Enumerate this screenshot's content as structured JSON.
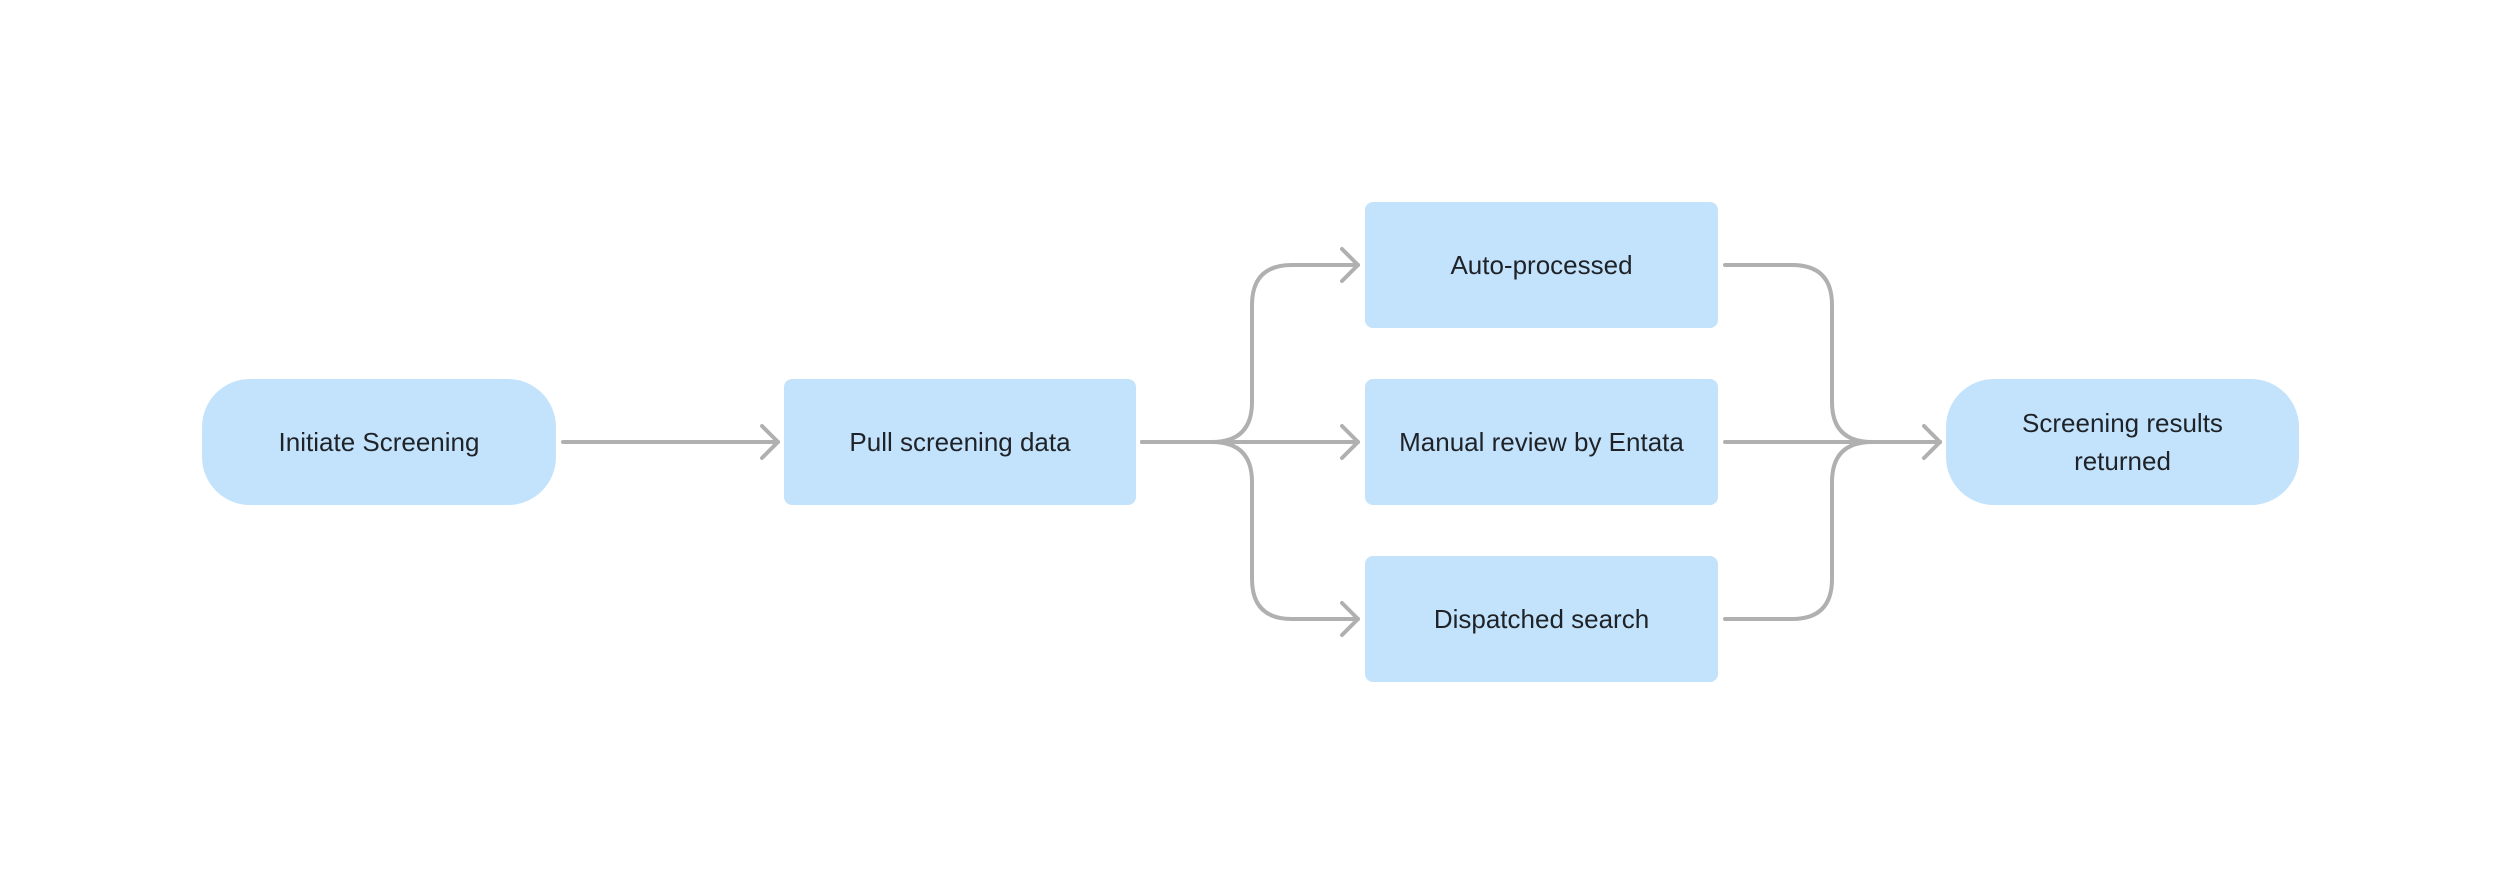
{
  "colors": {
    "node_fill": "#c3e3fc",
    "connector": "#b0b0b0",
    "text": "#1f2328"
  },
  "nodes": {
    "initiate": {
      "label": "Initiate Screening",
      "shape": "terminal"
    },
    "pull": {
      "label": "Pull screening data",
      "shape": "process"
    },
    "auto": {
      "label": "Auto-processed",
      "shape": "process"
    },
    "manual": {
      "label": "Manual review by Entata",
      "shape": "process"
    },
    "dispatched": {
      "label": "Dispatched search",
      "shape": "process"
    },
    "results": {
      "label_line1": "Screening results",
      "label_line2": "returned",
      "shape": "terminal"
    }
  },
  "edges": [
    {
      "from": "initiate",
      "to": "pull"
    },
    {
      "from": "pull",
      "to": "auto"
    },
    {
      "from": "pull",
      "to": "manual"
    },
    {
      "from": "pull",
      "to": "dispatched"
    },
    {
      "from": "auto",
      "to": "results"
    },
    {
      "from": "manual",
      "to": "results"
    },
    {
      "from": "dispatched",
      "to": "results"
    }
  ]
}
